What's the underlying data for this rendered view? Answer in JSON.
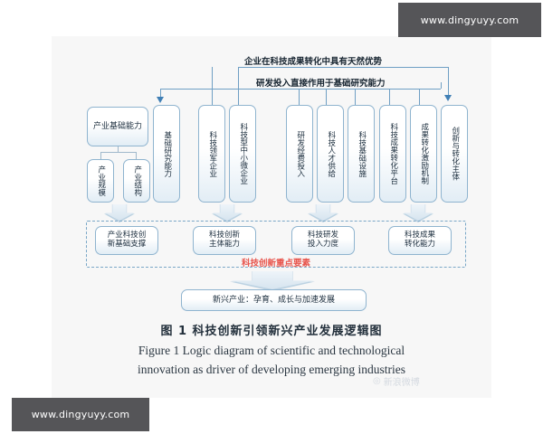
{
  "figure": {
    "annotations": [
      {
        "id": "anno-top",
        "text": "企业在科技成果转化中具有天然优势"
      },
      {
        "id": "anno-second",
        "text": "研发投入直接作用于基础研究能力"
      }
    ],
    "industry_base": {
      "parent": "产业基础能力",
      "children": [
        "产业规模",
        "产业结构"
      ]
    },
    "top_nodes": [
      {
        "id": "node-basic-research",
        "label": "基础研究能力"
      },
      {
        "id": "node-leading-enterprise",
        "label": "科技领军企业"
      },
      {
        "id": "node-sme-tech",
        "label": "科技型中小微企业"
      },
      {
        "id": "node-rd-funding",
        "label": "研发经费投入"
      },
      {
        "id": "node-talent-supply",
        "label": "科技人才供给"
      },
      {
        "id": "node-infrastructure",
        "label": "科技基础设施"
      },
      {
        "id": "node-transfer-platform",
        "label": "科技成果转化平台"
      },
      {
        "id": "node-incentive",
        "label": "成果转化激励机制"
      },
      {
        "id": "node-innovation-subject",
        "label": "创新与转化主体"
      }
    ],
    "key_elements": {
      "caption": "科技创新重点要素",
      "caption_color": "#e8554d",
      "items": [
        {
          "id": "elem-base-support",
          "line1": "产业科技创",
          "line2": "新基础支撑"
        },
        {
          "id": "elem-subject",
          "line1": "科技创新",
          "line2": "主体能力"
        },
        {
          "id": "elem-rd-intensity",
          "line1": "科技研发",
          "line2": "投入力度"
        },
        {
          "id": "elem-transfer",
          "line1": "科技成果",
          "line2": "转化能力"
        }
      ]
    },
    "outcome": {
      "id": "node-emerging-industry",
      "label": "新兴产业：孕育、成长与加速发展"
    },
    "caption_cn": "图 1    科技创新引领新兴产业发展逻辑图",
    "caption_en_line1": "Figure 1    Logic diagram of scientific and technological",
    "caption_en_line2": "innovation as driver of developing emerging industries",
    "colors": {
      "panel_bg": "#f7f7f7",
      "box_border": "#8fb4cf",
      "connector": "#6f9fc4",
      "arrow": "#3f7fb5",
      "accent_red": "#e8554d"
    }
  },
  "watermarks": {
    "top_right": "www.dingyuyy.com",
    "bottom_left": "www.dingyuyy.com",
    "faint": "新浪微博"
  }
}
